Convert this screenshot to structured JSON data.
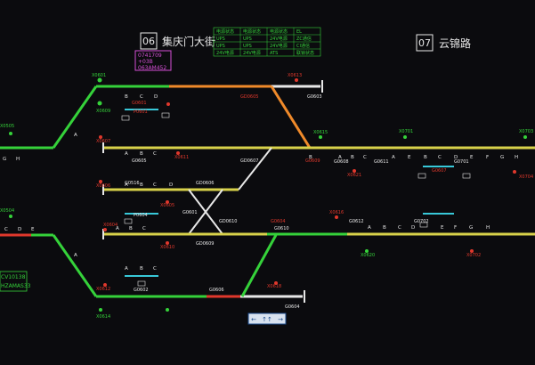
{
  "stations": {
    "s06": {
      "num": "06",
      "name": "集庆门大街"
    },
    "s07": {
      "num": "07",
      "name": "云锦路"
    }
  },
  "info_box": {
    "lines": [
      "0741709",
      "+03B",
      "063AM452"
    ]
  },
  "status_table": {
    "rows": [
      [
        "电源状态",
        "电源状态",
        "电源状态",
        "EL"
      ],
      [
        "UPS",
        "UPS",
        "24V电源",
        "ZC通信"
      ],
      [
        "UPS",
        "UPS",
        "24V电源",
        "CI通信"
      ],
      [
        "24V电源",
        "24V电源",
        "ATS",
        "联锁状态"
      ]
    ]
  },
  "left_box": {
    "lines": [
      "CV10138",
      "HZAMAS33"
    ]
  },
  "nav_buttons": [
    "←",
    "↑↑",
    "→"
  ],
  "signals": {
    "x0505": "X0505",
    "x0601": "X0601",
    "x0609": "X0609",
    "x0607": "X0607",
    "x0611": "X0611",
    "x0606": "X0606",
    "x0605": "X0605",
    "x0504": "X0504",
    "x0604": "X0604",
    "x0610": "X0610",
    "x0612": "X0612",
    "x0614": "X0614",
    "x0613": "X0613",
    "x0615": "X0615",
    "x0616": "X0616",
    "x0618": "X0618",
    "x0620": "X0620",
    "x0621": "X0621",
    "x0701": "X0701",
    "x0702": "X0702",
    "x0703": "X0703",
    "x0704": "X0704"
  },
  "track_ids": {
    "g0601": "G0601",
    "g0602": "G0602",
    "g0603": "G0603",
    "g0604": "G0604",
    "g0605": "G0605",
    "g0606": "G0606",
    "g0607": "G0607",
    "g0608": "G0608",
    "g0609": "G0609",
    "g0610": "G0610",
    "g0611": "G0611",
    "g0612": "G0612",
    "gd0605": "GD0605",
    "gd0606": "GD0606",
    "gd0607": "GD0607",
    "gd0609": "GD0609",
    "gd0610": "GD0610",
    "g0701": "G0701",
    "g0702": "G0702",
    "g0516": "G0516",
    "p0601": "P0601",
    "p0604": "P0604"
  },
  "sections": {
    "top": [
      "A",
      "B",
      "C",
      "D"
    ],
    "left_upper": [
      "G",
      "H"
    ],
    "left_lower": [
      "C",
      "D",
      "E"
    ],
    "right_row1": [
      "B",
      "C",
      "D",
      "E",
      "F",
      "G",
      "H"
    ],
    "right_row2": [
      "A",
      "B",
      "C",
      "D",
      "E",
      "F",
      "G",
      "H"
    ],
    "right_row3": [
      "A",
      "B",
      "C",
      "D",
      "E",
      "F",
      "G",
      "H"
    ],
    "mid_row": [
      "A",
      "B",
      "C"
    ],
    "side_row": [
      "A",
      "B",
      "C",
      "D"
    ],
    "bottom": [
      "A",
      "B",
      "C"
    ]
  },
  "colors": {
    "green": "#35d23a",
    "yellow": "#d8d24a",
    "orange": "#f08a2a",
    "red": "#e0382c",
    "white": "#e8e8e8",
    "cyan": "#38c8d8",
    "magenta": "#d54fd5"
  }
}
